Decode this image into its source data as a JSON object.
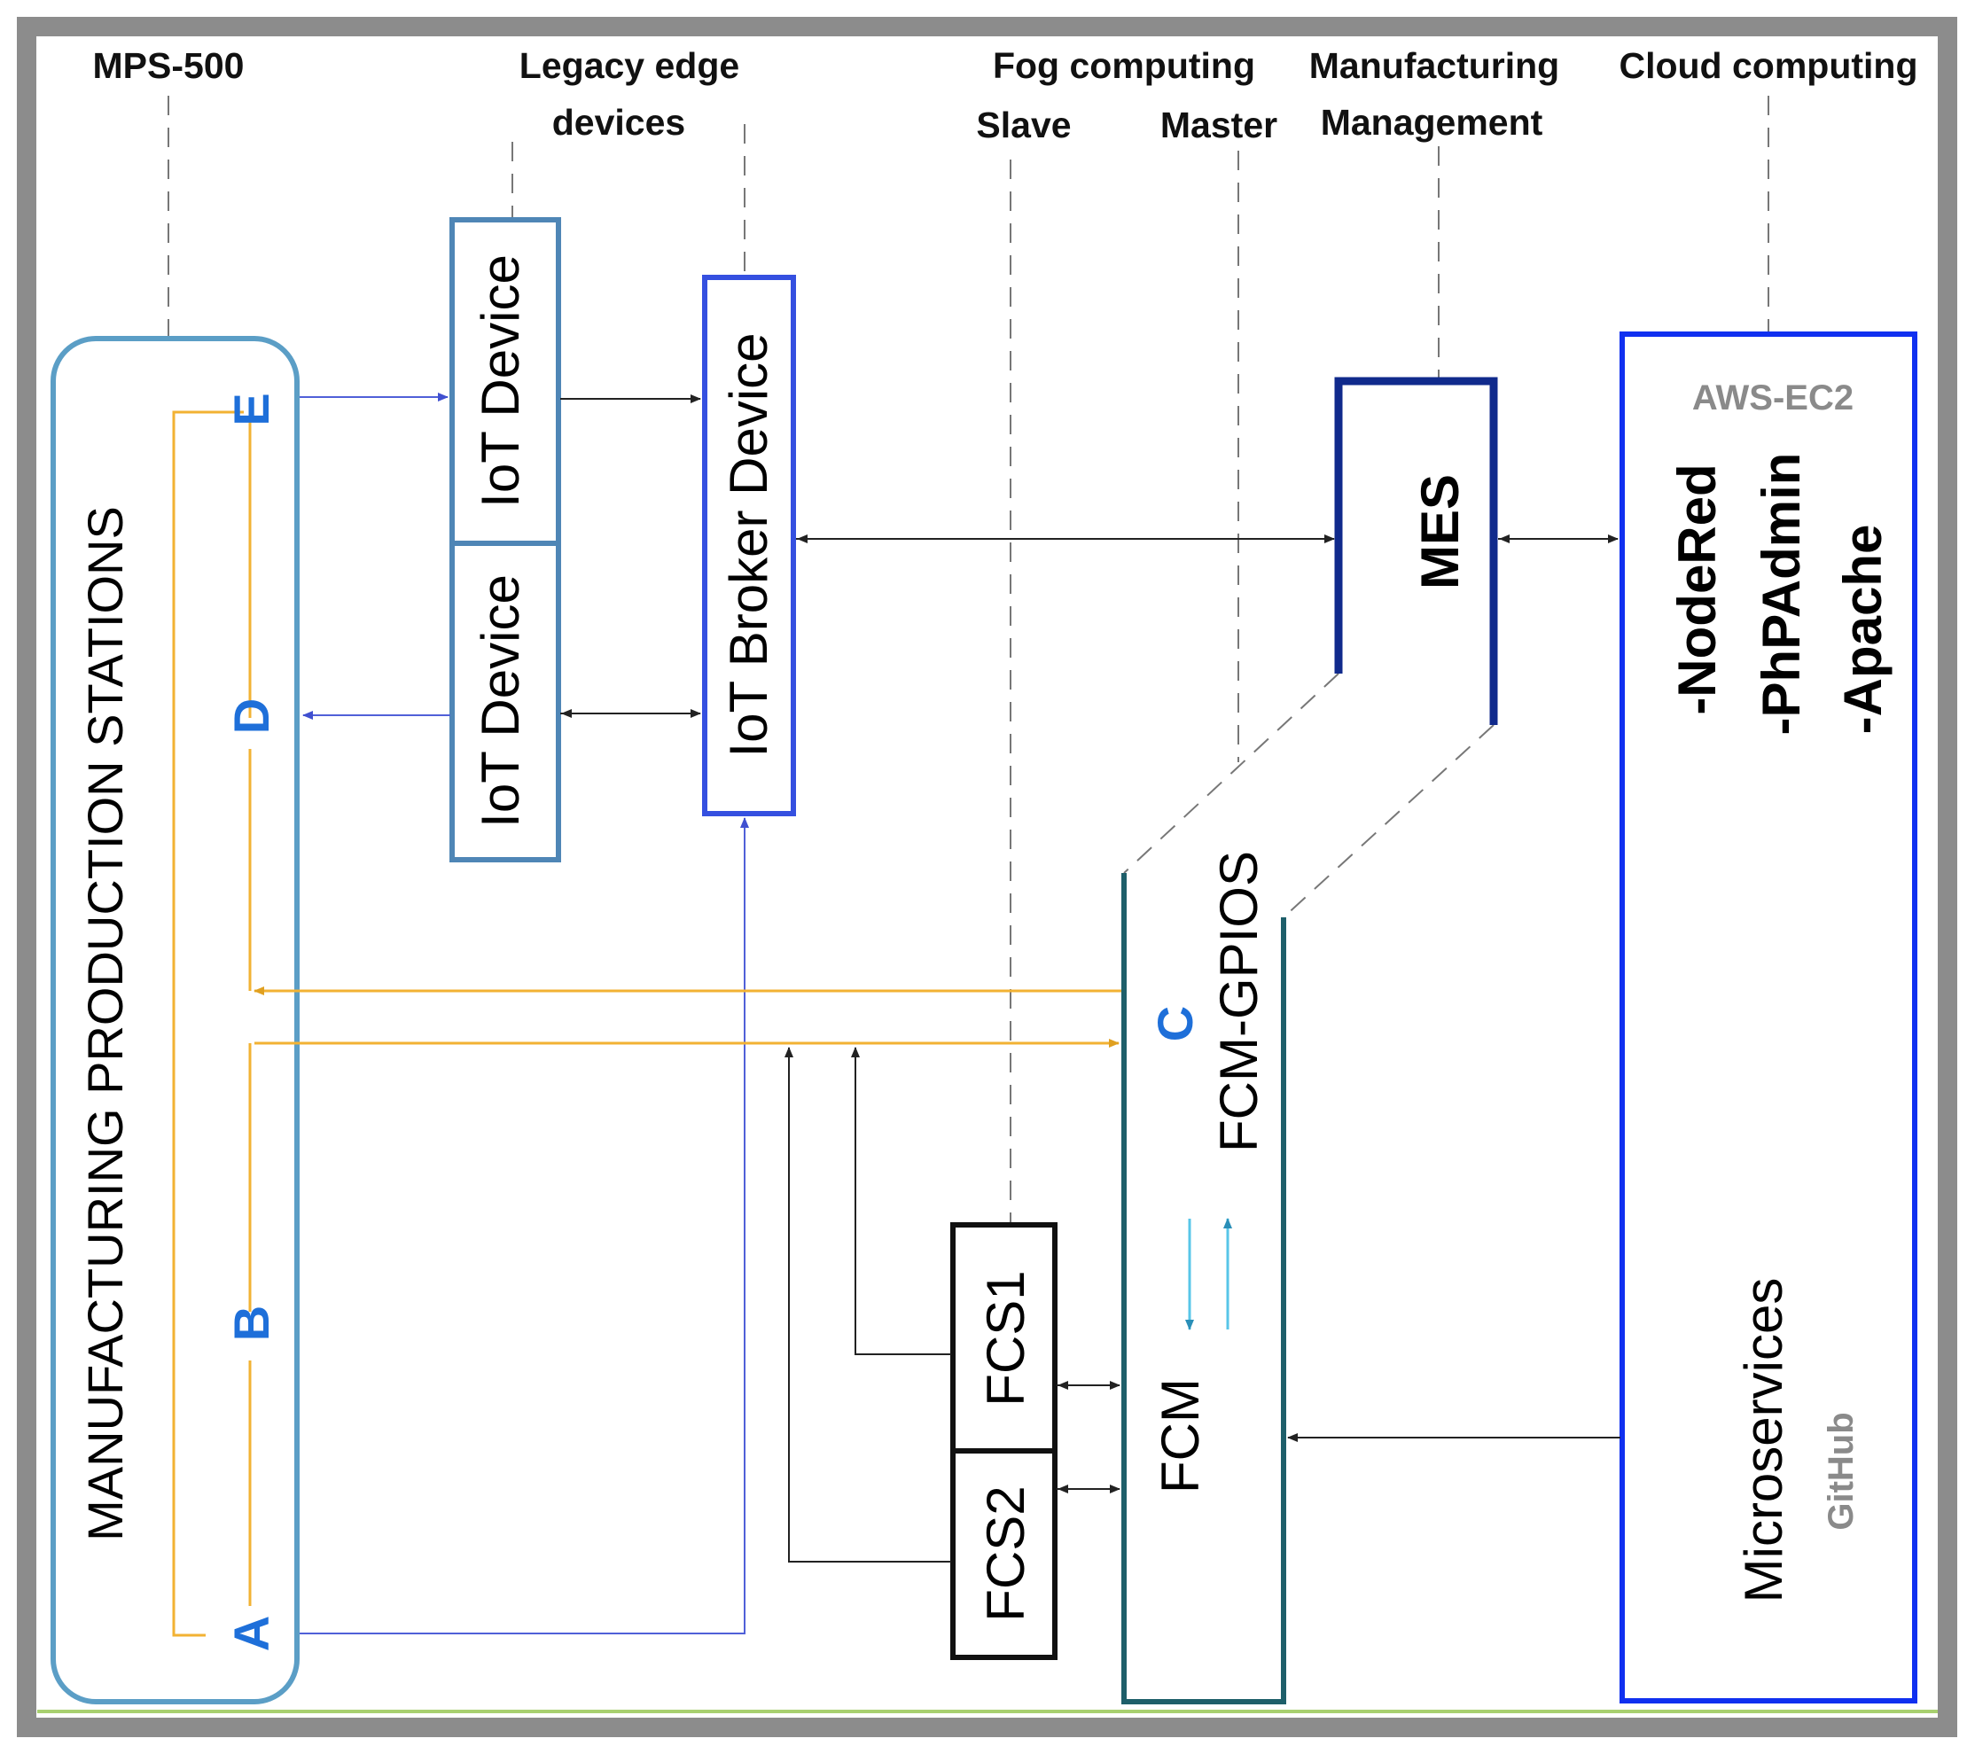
{
  "headers": {
    "mps": "MPS-500",
    "legacy_line1": "Legacy edge",
    "legacy_line2": "devices",
    "fog": "Fog computing",
    "slave": "Slave",
    "master": "Master",
    "mfg_line1": "Manufacturing",
    "mfg_line2": "Management",
    "cloud": "Cloud computing"
  },
  "stations": {
    "title": "MANUFACTURING PRODUCTION STATIONS",
    "letters": [
      "E",
      "D",
      "B",
      "A"
    ]
  },
  "iot_device_top": "IoT Device",
  "iot_device_bottom": "IoT Device",
  "iot_broker": "IoT Broker Device",
  "mes": "MES",
  "fcm": {
    "label": "FCM",
    "gpios": "FCM-GPIOS",
    "letter": "C"
  },
  "fcs1": "FCS1",
  "fcs2": "FCS2",
  "aws": {
    "title": "AWS-EC2",
    "services": [
      "-NodeRed",
      "-PhPAdmin",
      "-Apache"
    ],
    "microservices": "Microservices",
    "github": "GitHub"
  },
  "colors": {
    "frame": "#8c8c8c",
    "stations_border": "#5b9ec6",
    "iot_device_border": "#4f86b6",
    "broker_border": "#3550e0",
    "mes_border": "#102a8c",
    "fcm_border": "#1e5f6a",
    "aws_border": "#1030f0",
    "letters": "#1e6fd9",
    "yellow_wire": "#f2b233"
  }
}
